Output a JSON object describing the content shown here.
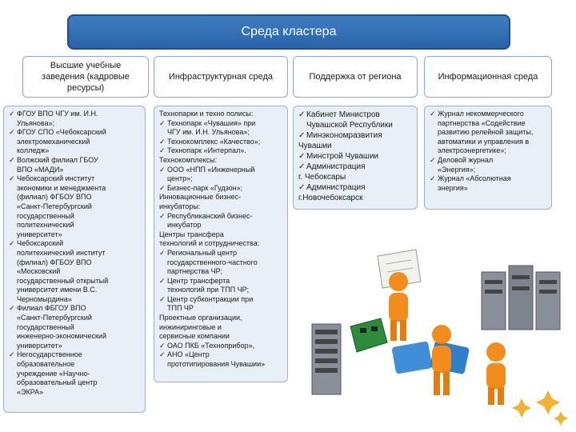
{
  "title": "Среда кластера",
  "columns": [
    {
      "header": "Высшие учебные заведения (кадровые ресурсы)",
      "items": [
        {
          "check": true,
          "first": "ФГОУ ВПО ЧГУ им. И.Н.",
          "rest": [
            "Ульянова»;"
          ]
        },
        {
          "check": true,
          "first": "ФГОУ СПО «Чебоксарский",
          "rest": [
            "электромеханический",
            "колледж»"
          ]
        },
        {
          "check": true,
          "first": "Волжский филиал ГБОУ",
          "rest": [
            "ВПО «МАДИ»"
          ]
        },
        {
          "check": true,
          "first": "Чебоксарский институт",
          "rest": [
            "экономики и менеджмента",
            "(филиал) ФГБОУ ВПО",
            "«Санкт-Петербургский",
            "государственный",
            "политехнический",
            "университет»"
          ]
        },
        {
          "check": true,
          "first": "Чебоксарский",
          "rest": [
            "политехнический институт",
            "(филиал) ФГБОУ ВПО",
            "«Московский",
            "государственный открытый",
            "университет имени В.С.",
            "Черномырдина»"
          ]
        },
        {
          "check": true,
          "first": "Филиал ФБГОУ ВПО",
          "rest": [
            "«Санкт-Петербургский",
            "государственный",
            "инженерно-экономический",
            "университет»"
          ]
        },
        {
          "check": true,
          "first": "Негосударственное",
          "rest": [
            "образовательное",
            "учреждение «Научно-",
            "образовательный центр",
            "«ЭКРА»"
          ]
        }
      ]
    },
    {
      "header": "Инфраструктурная среда",
      "items": [
        {
          "check": false,
          "first": "Технопарки и техно полисы:",
          "rest": []
        },
        {
          "check": true,
          "first": "Технопарк «Чувашия» при",
          "rest": [
            "ЧГУ им. И.Н. Ульянова»;"
          ]
        },
        {
          "check": true,
          "first": "Технокомплекс «Качество»;",
          "rest": []
        },
        {
          "check": true,
          "first": "Технопарк «Интерпал».",
          "rest": []
        },
        {
          "check": false,
          "first": "Технокомплексы:",
          "rest": []
        },
        {
          "check": true,
          "first": "ООО «НПП «Инженерный",
          "rest": [
            "центр»;"
          ]
        },
        {
          "check": true,
          "first": "Бизнес-парк «Гудзон»;",
          "rest": []
        },
        {
          "check": false,
          "first": "Инновационные бизнес-",
          "rest": []
        },
        {
          "check": false,
          "first": "инкубаторы:",
          "rest": []
        },
        {
          "check": true,
          "first": "Республиканский бизнес-",
          "rest": [
            "инкубатор"
          ]
        },
        {
          "check": false,
          "first": "Центры трансфера",
          "rest": []
        },
        {
          "check": false,
          "first": "технологий и сотрудничества:",
          "rest": []
        },
        {
          "check": true,
          "first": "Региональный центр",
          "rest": [
            "государственного-частного",
            "партнерства ЧР;"
          ]
        },
        {
          "check": true,
          "first": "Центр трансферта",
          "rest": [
            "технологий при ТПП ЧР;"
          ]
        },
        {
          "check": true,
          "first": "Центр субконтракции при",
          "rest": [
            "ТПП ЧР"
          ]
        },
        {
          "check": false,
          "first": "Проектные организации,",
          "rest": []
        },
        {
          "check": false,
          "first": "инжиниринговые и",
          "rest": []
        },
        {
          "check": false,
          "first": "сервисные компании",
          "rest": []
        },
        {
          "check": true,
          "first": "ОАО ПКБ «Техноприбор»,",
          "rest": []
        },
        {
          "check": true,
          "first": "АНО «Центр",
          "rest": [
            "прототипирования Чувашии»"
          ]
        }
      ]
    },
    {
      "header": "Поддержка от региона",
      "items": [
        {
          "check": true,
          "first": "Кабинет Министров",
          "rest": [
            "Чувашской Республики"
          ]
        },
        {
          "check": true,
          "first": "Минэкономразвития",
          "rest": []
        },
        {
          "check": false,
          "first": "Чувашии",
          "rest": []
        },
        {
          "check": true,
          "first": "Минстрой Чувашии",
          "rest": []
        },
        {
          "check": true,
          "first": "Администрация",
          "rest": []
        },
        {
          "check": false,
          "first": "г. Чебоксары",
          "rest": []
        },
        {
          "check": true,
          "first": "Администрация",
          "rest": []
        },
        {
          "check": false,
          "first": "г.Новочебоксарск",
          "rest": []
        }
      ]
    },
    {
      "header": "Информационная среда",
      "items": [
        {
          "check": true,
          "first": "Журнал некоммерческого",
          "rest": [
            "партнерства «Содействие",
            "развитию релейной защиты,",
            "автоматики и управления в",
            "электроэнергетике»;"
          ]
        },
        {
          "check": true,
          "first": "Деловой журнал",
          "rest": [
            "«Энергия»;"
          ]
        },
        {
          "check": true,
          "first": "Журнал «Абсолютная",
          "rest": [
            "энергия»"
          ]
        }
      ]
    }
  ]
}
